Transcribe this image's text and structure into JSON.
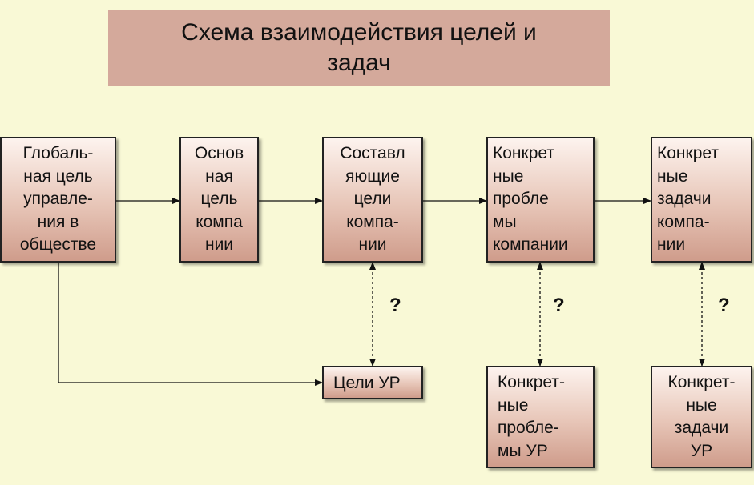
{
  "title": "Схема взаимодействия целей и\nзадач",
  "boxes": {
    "global_goal": "Глобаль-\nная цель\nуправле-\nния в\nобществе",
    "main_goal": "Основ\nная\nцель\nкомпа\nнии",
    "component_goals": "Составл\nяющие\nцели\nкомпа-\nнии",
    "company_problems": "Конкрет\nные\nпробле\nмы\nкомпании",
    "company_tasks": "Конкрет\nные\nзадачи\nкомпа-\nнии",
    "ur_goals": "Цели УР",
    "ur_problems": "Конкрет-\nные\nпробле-\nмы УР",
    "ur_tasks": "Конкрет-\nные\nзадачи\nУР"
  },
  "question_marks": [
    "?",
    "?",
    "?"
  ],
  "colors": {
    "background": "#f9f9d6",
    "title_fill": "#d4a99b",
    "box_gradient_top": "#fdf3ee",
    "box_gradient_bottom": "#cf9c8b",
    "stroke": "#222222"
  }
}
